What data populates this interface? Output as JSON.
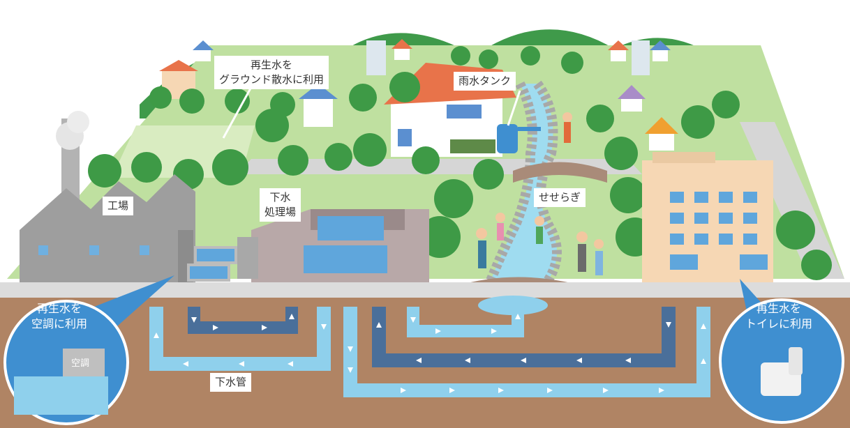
{
  "labels": {
    "reclaimed_ground": [
      "再生水を",
      "グラウンド散水に利用"
    ],
    "rain_tank": "雨水タンク",
    "factory": "工場",
    "sewage_plant": [
      "下水",
      "処理場"
    ],
    "stream": "せせらぎ",
    "sewer_pipe": "下水管",
    "aircon_unit": "空調"
  },
  "bubbles": {
    "left": [
      "再生水を",
      "空調に利用"
    ],
    "right": [
      "再生水を",
      "トイレに利用"
    ]
  },
  "colors": {
    "sky": "#ffffff",
    "mountain": "#3f9a4a",
    "grass": "#bfe0a0",
    "road": "#cfcfcf",
    "soil": "#b08464",
    "sewer_dark": "#4a6f9a",
    "sewer_light": "#8fd0ec",
    "water": "#9fdcf0",
    "bubble": "#3f8fd0",
    "factory": "#9e9e9e",
    "building": "#f6d7b4",
    "tree": "#3e9a46"
  }
}
